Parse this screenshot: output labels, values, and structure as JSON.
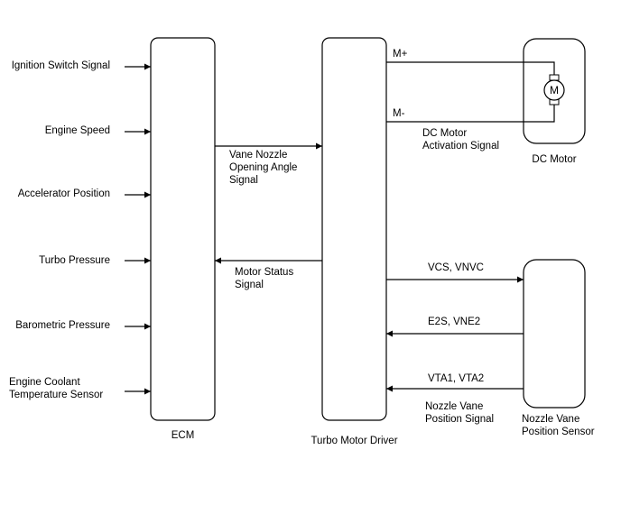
{
  "inputs": [
    "Ignition Switch Signal",
    "Engine Speed",
    "Accelerator Position",
    "Turbo Pressure",
    "Barometric Pressure",
    "Engine Coolant\nTemperature Sensor"
  ],
  "ecm": {
    "label": "ECM"
  },
  "driver": {
    "label": "Turbo Motor Driver"
  },
  "motor": {
    "label": "DC Motor",
    "symbol": "M"
  },
  "sensor": {
    "label": "Nozzle Vane\nPosition Sensor"
  },
  "signals": {
    "vane_nozzle": "Vane Nozzle\nOpening Angle\nSignal",
    "motor_status": "Motor Status\nSignal",
    "m_plus": "M+",
    "m_minus": "M-",
    "dc_activation": "DC Motor\nActivation Signal",
    "vcs": "VCS, VNVC",
    "e2s": "E2S, VNE2",
    "vta": "VTA1, VTA2",
    "nozzle_vane_signal": "Nozzle Vane\nPosition Signal"
  }
}
